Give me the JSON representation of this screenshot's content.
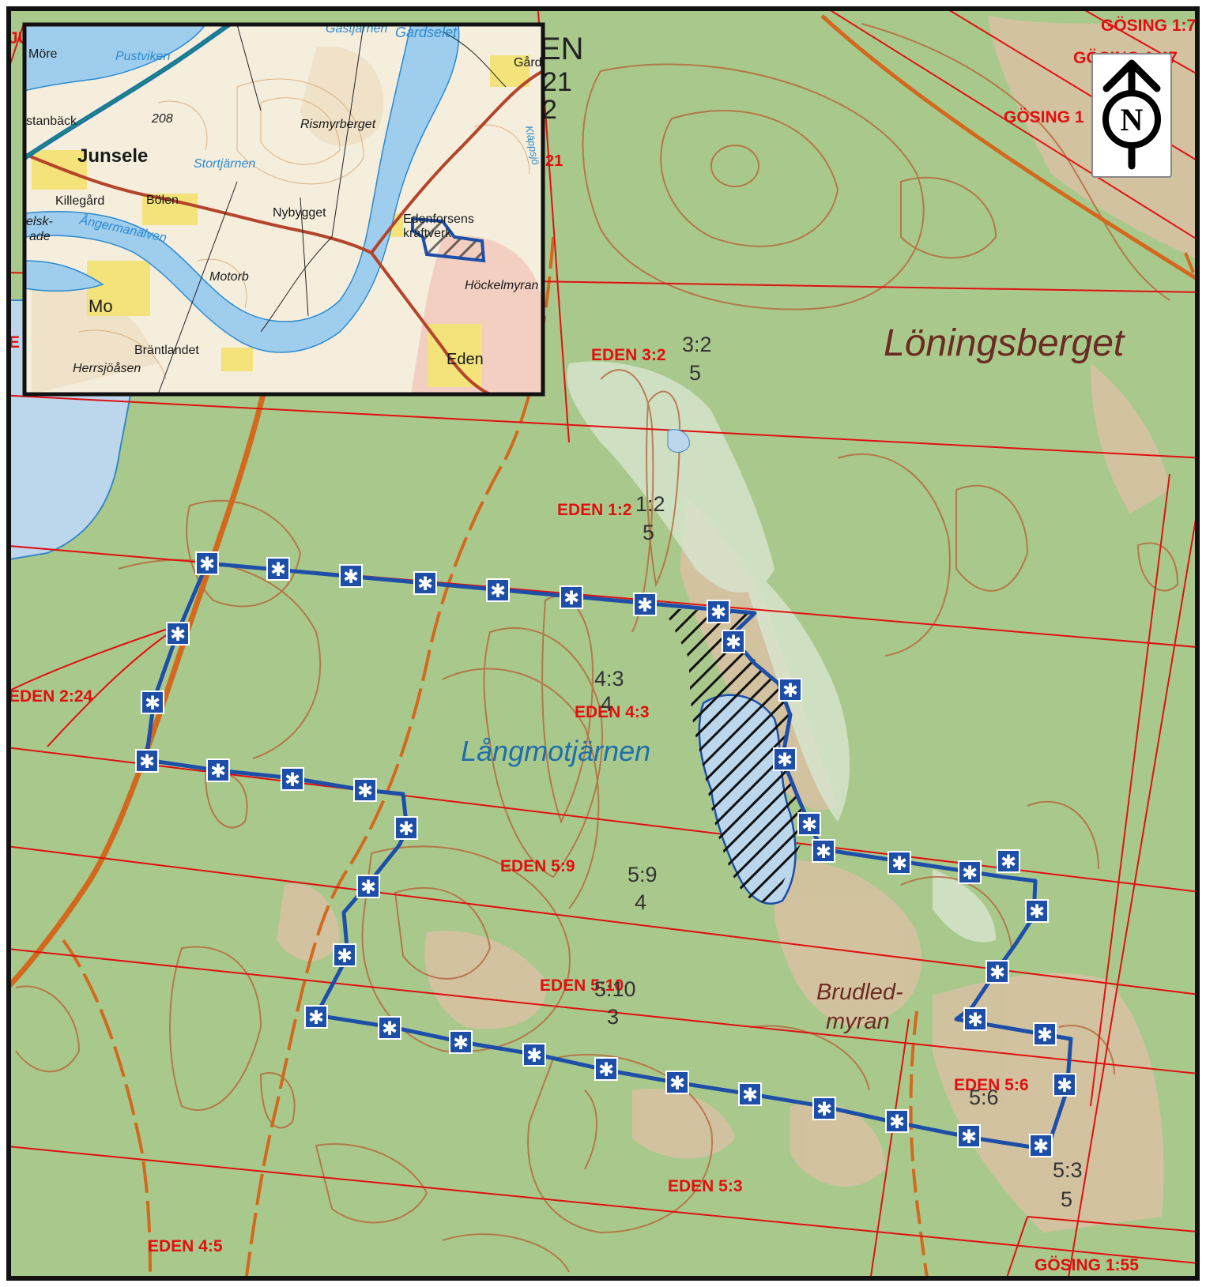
{
  "map": {
    "colors": {
      "forest": "#a9c98c",
      "open_land": "#d9c1a3",
      "water": "#bcd6ec",
      "property_line": "#e01010",
      "boundary": "#1e4fa8",
      "road": "#d2691e",
      "contour": "#b5653a",
      "frame": "#111111"
    },
    "place_names": {
      "loningsberget": "Löningsberget",
      "langmotjarnen": "Långmotjärnen",
      "brudled_line1": "Brudled-",
      "brudled_line2": "myran"
    },
    "property_labels": {
      "gosing_1_7": "GÖSING 1:7",
      "gosing_1_47": "GÖSING 1:47",
      "gosing_1": "GÖSING 1",
      "gosing_1_55": "GÖSING 1:55",
      "eden_3_2": "EDEN 3:2",
      "eden_1_2": "EDEN 1:2",
      "eden_2_24": "EDEN 2:24",
      "eden_4_3": "EDEN 4:3",
      "eden_5_9": "EDEN 5:9",
      "eden_5_10": "EDEN 5:10",
      "eden_5_6": "EDEN 5:6",
      "eden_5_3": "EDEN 5:3",
      "eden_4_5": "EDEN 4:5",
      "eden_partial": "EN",
      "eden_partial_21": "21",
      "eden_partial_2": "2",
      "ju_partial": "JU",
      "e_partial": "E",
      "red_21": "21"
    },
    "parcel_numbers": {
      "p3_2": "3:2",
      "p3_2_sub": "5",
      "p1_2": "1:2",
      "p1_2_sub": "5",
      "p4_3": "4:3",
      "p4_3_sub": "4",
      "p5_9": "5:9",
      "p5_9_sub": "4",
      "p5_10": "5:10",
      "p5_10_sub": "3",
      "p5_6": "5:6",
      "p5_3": "5:3",
      "p5_3_sub": "5"
    },
    "north_arrow": {
      "icon": "north-arrow-icon",
      "label": "N"
    },
    "inset": {
      "labels": {
        "more": "Möre",
        "pustviken": "Pustviken",
        "gastjarnen": "Gastjärnen",
        "gardselet": "Gardselet",
        "gard": "Gård",
        "stanback": "stanbäck",
        "r208": "208",
        "rismyrberget": "Rismyrberget",
        "junsele": "Junsele",
        "stortjarnen": "Stortjärnen",
        "klappsjo": "Kläppsjö",
        "killegard": "Killegård",
        "bolen": "Bölen",
        "nybygget": "Nybygget",
        "edenforsens": "Edenforsens",
        "kraftverk": "kraftverk",
        "elsk": "elsk-",
        "ade": "ade",
        "angermanalven": "Ångermanälven",
        "motorb": "Motorb",
        "hockelmyran": "Höckelmyran",
        "mo": "Mo",
        "brantlandet": "Bräntlandet",
        "herrsjoasen": "Herrsjöåsen",
        "eden": "Eden"
      }
    }
  }
}
